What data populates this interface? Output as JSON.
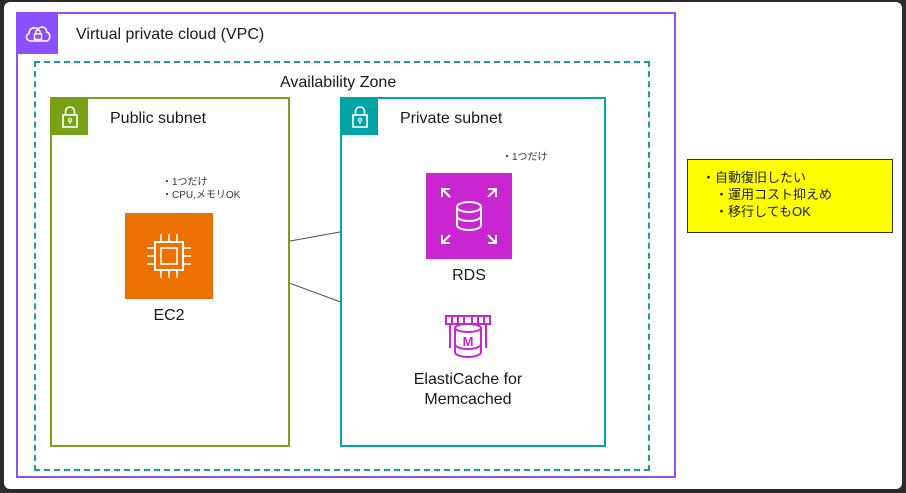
{
  "vpc": {
    "title": "Virtual private cloud (VPC)",
    "icon": "cloud-vpc-icon",
    "color": "#8C4FFF"
  },
  "availability_zone": {
    "title": "Availability Zone",
    "color": "#1A9C9C"
  },
  "public_subnet": {
    "title": "Public subnet",
    "icon": "lock-icon",
    "color": "#7AA116",
    "notes": [
      "・1つだけ",
      "・CPU,メモリOK"
    ]
  },
  "private_subnet": {
    "title": "Private subnet",
    "icon": "lock-icon",
    "color": "#00A4A6",
    "notes": [
      "・1つだけ"
    ]
  },
  "services": {
    "ec2": {
      "label": "EC2",
      "icon": "ec2-chip-icon",
      "color": "#ED7100"
    },
    "rds": {
      "label": "RDS",
      "icon": "rds-database-icon",
      "color": "#C925D1"
    },
    "elasticache": {
      "label_line1": "ElastiCache for",
      "label_line2": "Memcached",
      "icon": "elasticache-memcached-icon",
      "color": "#C925D1"
    }
  },
  "connections": [
    {
      "from": "EC2",
      "to": "RDS"
    },
    {
      "from": "EC2",
      "to": "ElastiCache for Memcached"
    }
  ],
  "callout": {
    "color": "#FFFF00",
    "lines": [
      "・自動復旧したい",
      "　・運用コスト抑えめ",
      "　・移行してもOK"
    ]
  }
}
